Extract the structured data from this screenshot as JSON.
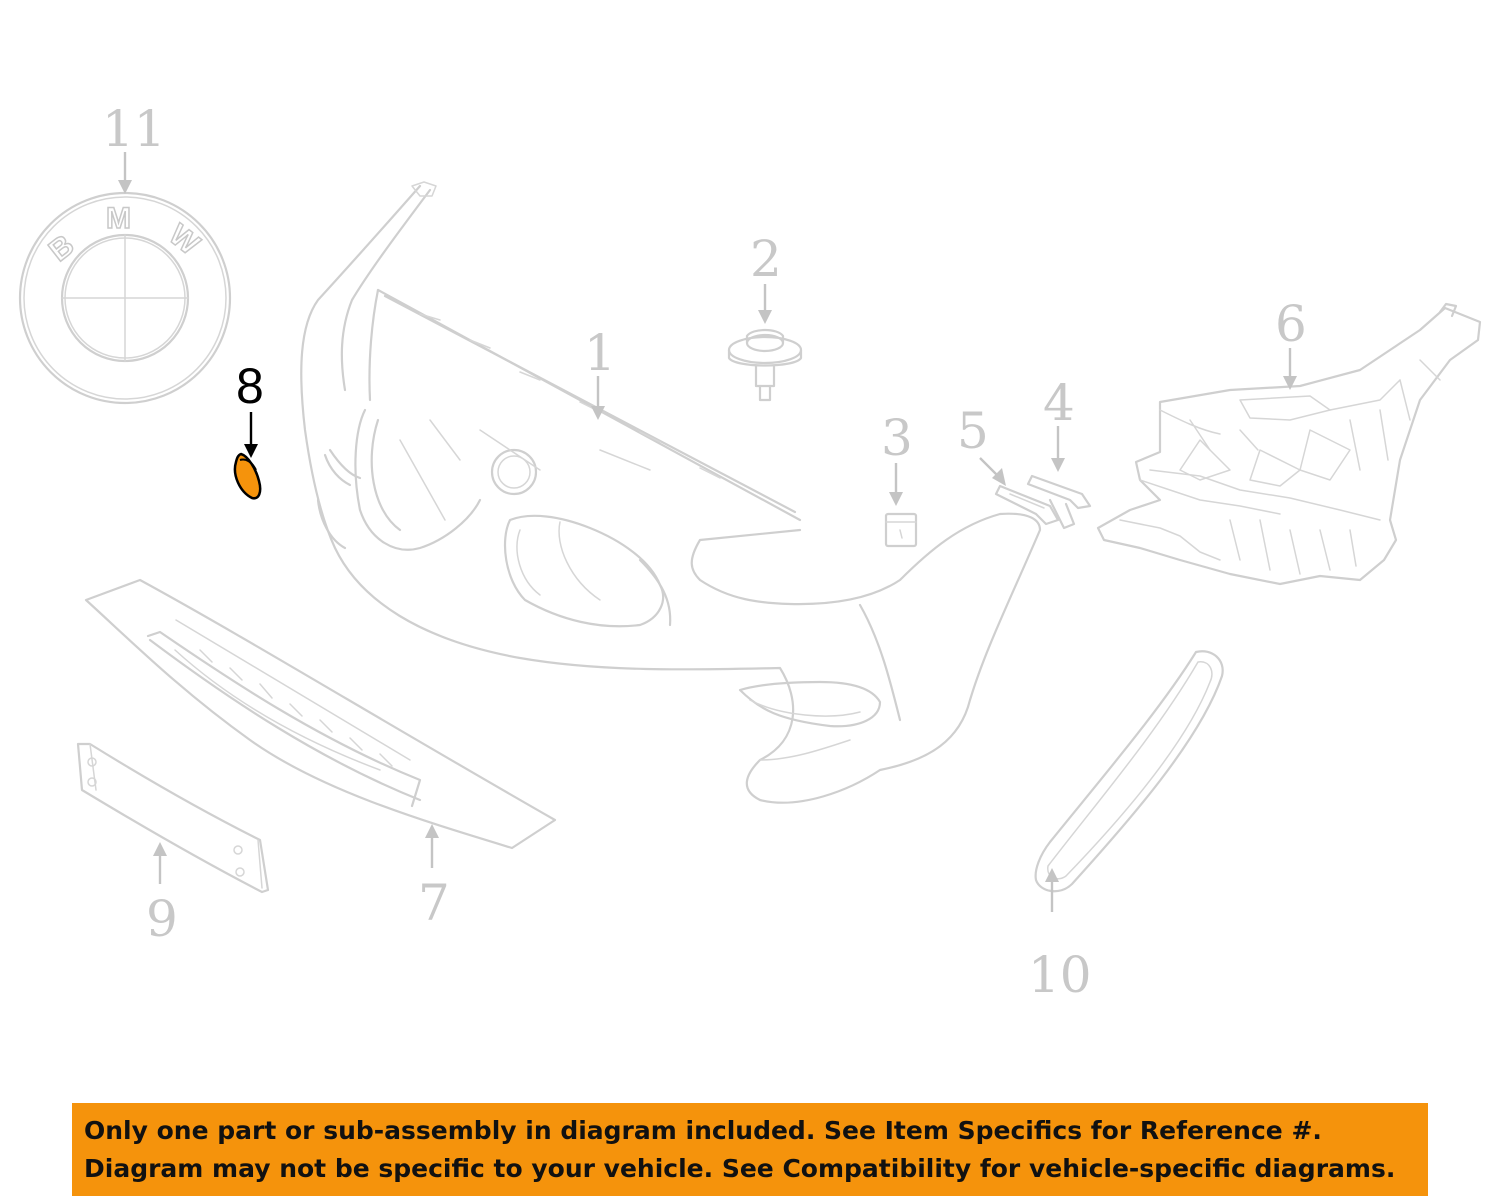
{
  "diagram": {
    "callouts": {
      "c1": "1",
      "c2": "2",
      "c3": "3",
      "c4": "4",
      "c5": "5",
      "c6": "6",
      "c7": "7",
      "c8": "8",
      "c9": "9",
      "c10": "10",
      "c11": "11"
    },
    "highlighted_callout": "8",
    "emblem_letters": [
      "B",
      "M",
      "W"
    ],
    "colors": {
      "highlight_fill": "#f5930c",
      "line_art": "#cfcfcf",
      "callout_text": "#c8c8c8",
      "highlight_text": "#000000"
    }
  },
  "banner": {
    "line1": "Only one part or sub-assembly in diagram included. See Item Specifics for Reference #.",
    "line2": "Diagram may not be specific to your vehicle. See Compatibility for vehicle-specific diagrams.",
    "background": "#f5930c"
  }
}
